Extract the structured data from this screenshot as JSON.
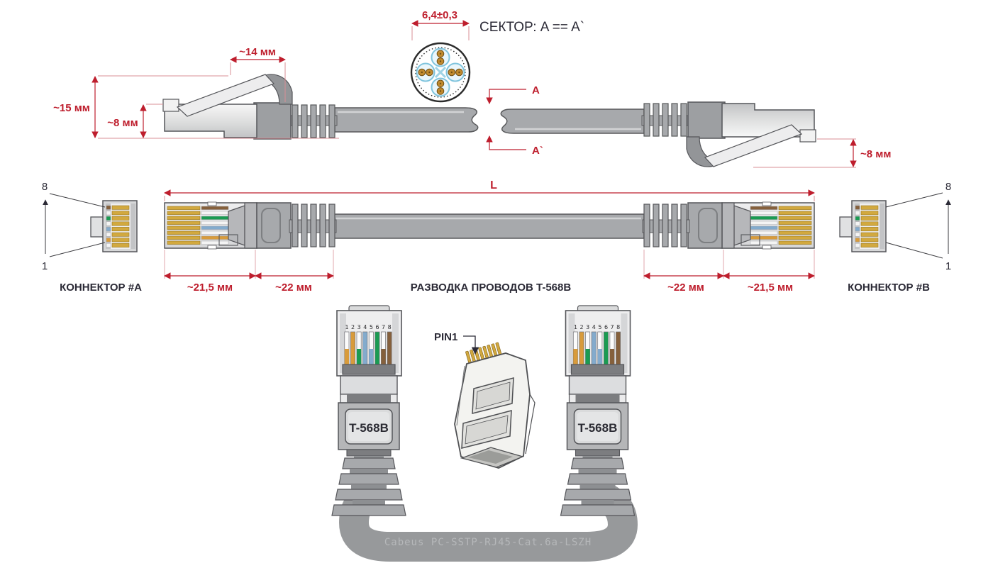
{
  "diagram": {
    "colors": {
      "dimension_red": "#be1e2d",
      "label_dark": "#2b2a36",
      "cable_gray": "#a7a9ac",
      "contact_gold": "#d2a93f"
    },
    "annotations": {
      "sector": "СЕКТОР: A == A`",
      "cross_section_diameter": "6,4±0,3",
      "dim_14mm": "~14 мм",
      "dim_15mm": "~15 мм",
      "dim_8mm": "~8 мм",
      "section_a": "A",
      "section_a_prime": "A`",
      "length": "L",
      "dim_21_5mm": "~21,5 мм",
      "dim_22mm": "~22 мм",
      "pin_top": "8",
      "pin_bottom": "1",
      "connector_a": "КОННЕКТОР #A",
      "connector_b": "КОННЕКТОР #B",
      "wiring_caption": "РАЗВОДКА ПРОВОДОВ T-568B",
      "pin1_callout": "PIN1"
    },
    "wiring": {
      "standard": "T-568B",
      "pin_numbers": [
        "1",
        "2",
        "3",
        "4",
        "5",
        "6",
        "7",
        "8"
      ],
      "pins": [
        {
          "pin": "1",
          "color": "white-orange",
          "hex": "#d89b3b",
          "striped": true
        },
        {
          "pin": "2",
          "color": "orange",
          "hex": "#d89b3b",
          "striped": false
        },
        {
          "pin": "3",
          "color": "white-green",
          "hex": "#1a9b52",
          "striped": true
        },
        {
          "pin": "4",
          "color": "blue",
          "hex": "#83abcd",
          "striped": false
        },
        {
          "pin": "5",
          "color": "white-blue",
          "hex": "#83abcd",
          "striped": true
        },
        {
          "pin": "6",
          "color": "green",
          "hex": "#1a9b52",
          "striped": false
        },
        {
          "pin": "7",
          "color": "white-brown",
          "hex": "#85603c",
          "striped": true
        },
        {
          "pin": "8",
          "color": "brown",
          "hex": "#85603c",
          "striped": false
        }
      ],
      "end_view_colors": [
        "#85603c",
        "#f4f4f4",
        "#1a9b52",
        "#f4f4f4",
        "#83abcd",
        "#f4f4f4",
        "#d89b3b",
        "#f4f4f4"
      ],
      "cable_marking": "Cabeus PC-SSTP-RJ45-Cat.6a-LSZH"
    }
  }
}
